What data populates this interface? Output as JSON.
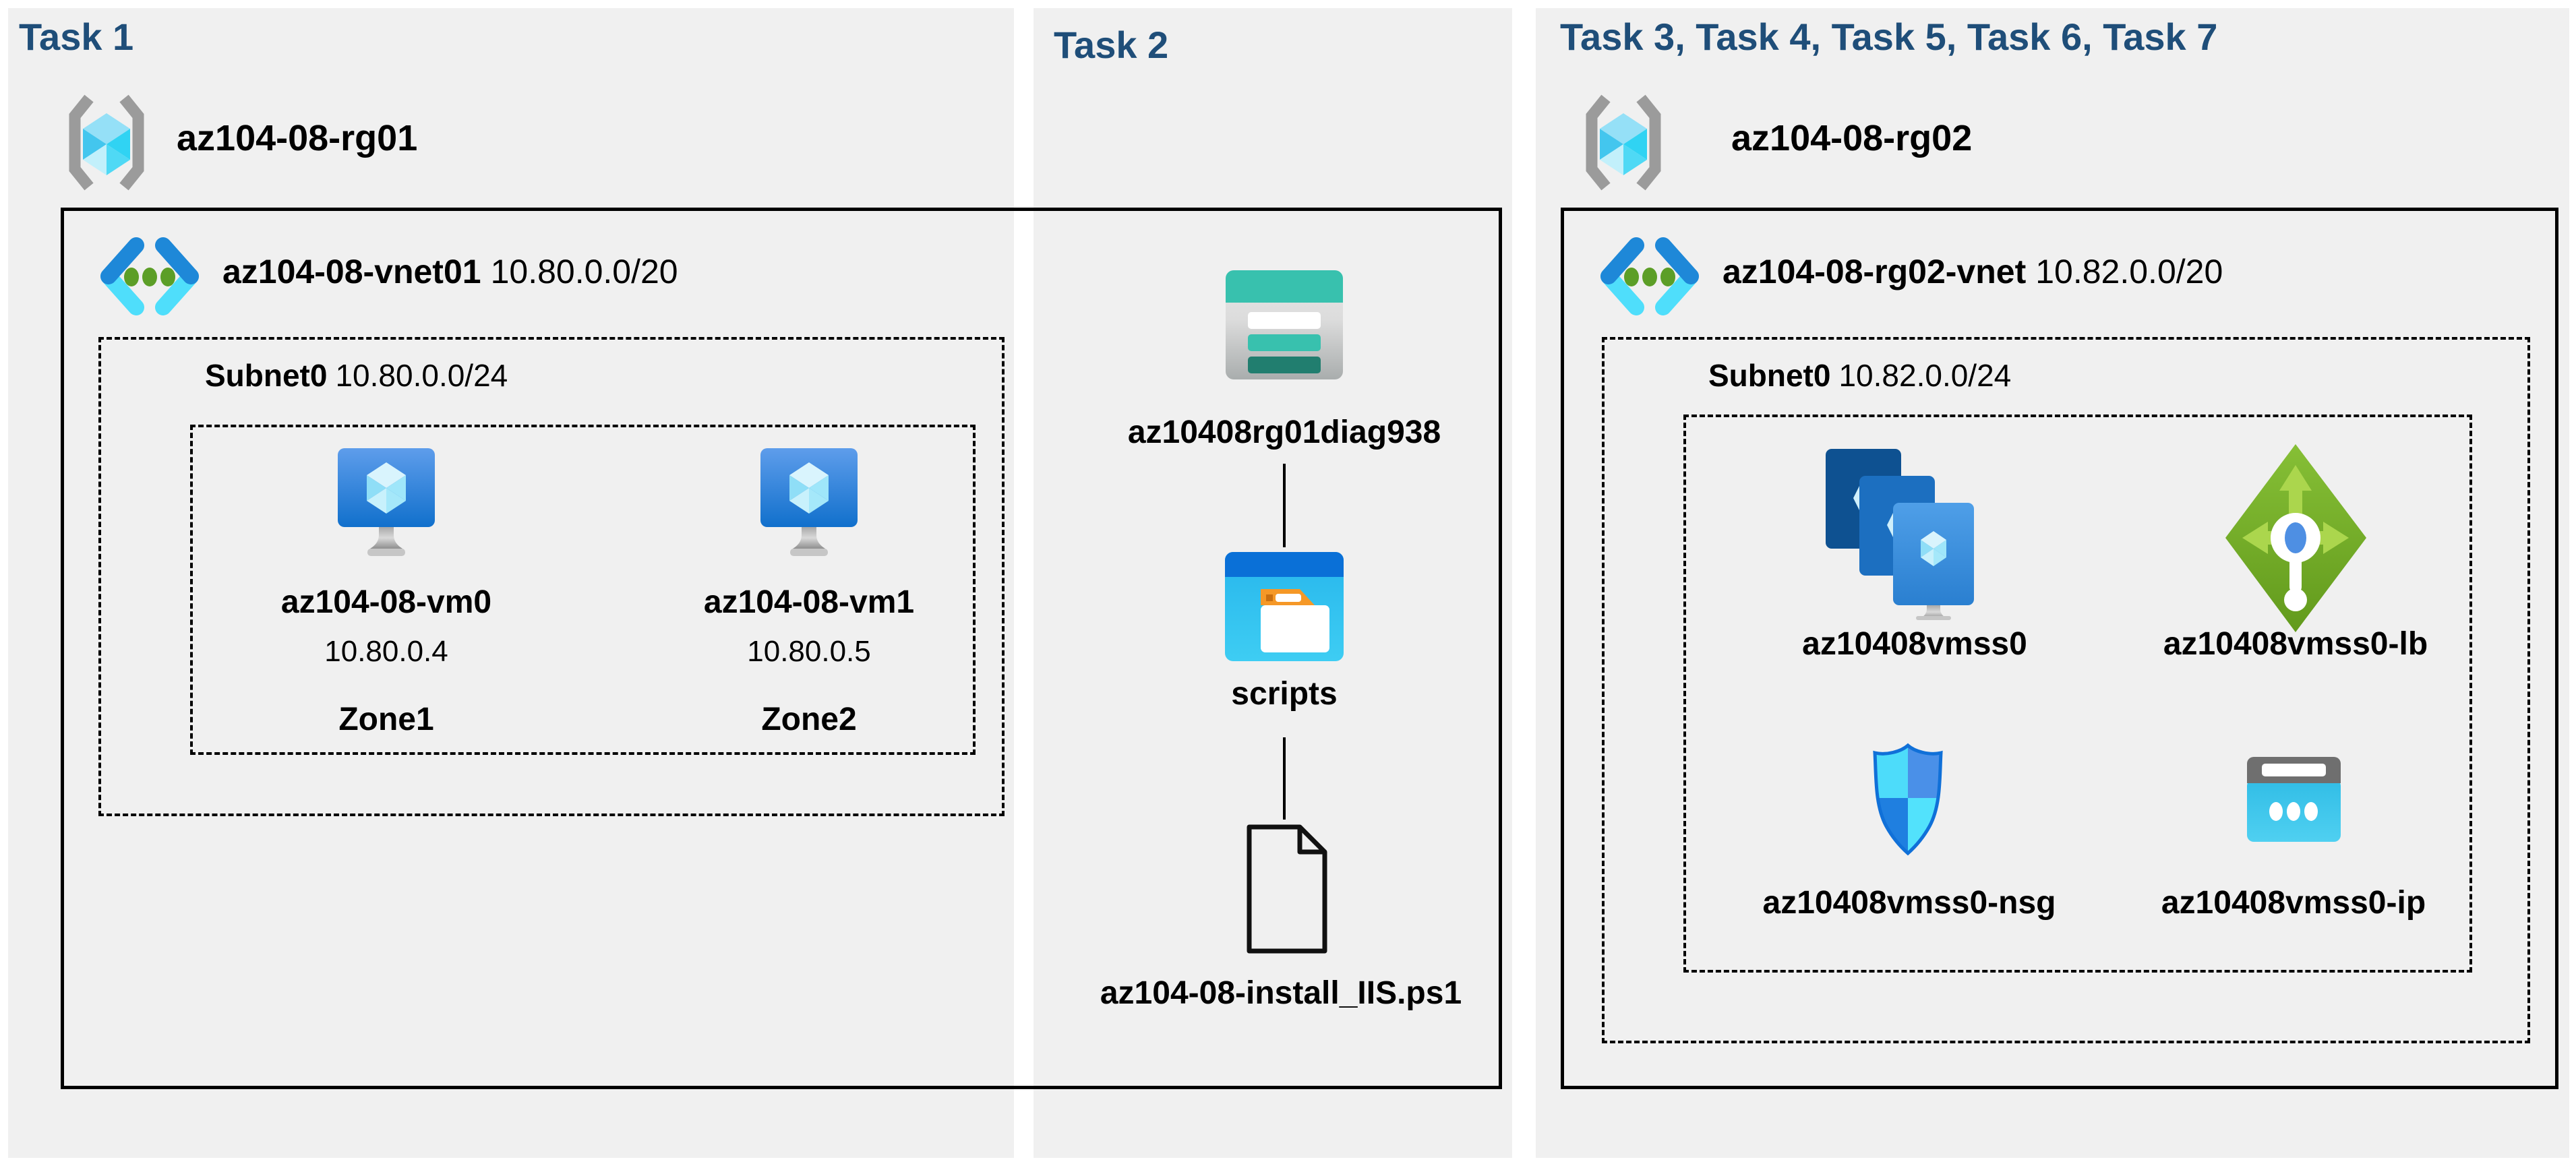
{
  "colors": {
    "header_text": "#1F4E79",
    "panel_background": "#F0F0F0",
    "canvas_background": "#FFFFFF",
    "box_border": "#000000",
    "label_text": "#000000",
    "azure_blue": "#1E88D8",
    "azure_cyan": "#50E6FF",
    "vnet_dot_green": "#5C9E27",
    "load_balancer_green": "#76B02A",
    "storage_teal": "#38C1AE",
    "folder_orange": "#F59827",
    "nsg_outline_blue": "#1070D8",
    "ip_gray": "#7A7A7A"
  },
  "icons": {
    "resource_group": "resource-group-icon",
    "virtual_network": "virtual-network-icon",
    "virtual_machine": "virtual-machine-icon",
    "storage_account": "storage-account-icon",
    "blob_container": "folder-icon",
    "script_file": "file-icon",
    "vmss": "vmss-icon",
    "load_balancer": "load-balancer-icon",
    "nsg": "shield-icon",
    "public_ip": "public-ip-icon"
  },
  "task1": {
    "header": "Task 1",
    "resource_group": "az104-08-rg01",
    "vnet_name": "az104-08-vnet01",
    "vnet_cidr": "10.80.0.0/20",
    "subnet_name": "Subnet0",
    "subnet_cidr": "10.80.0.0/24",
    "vms": [
      {
        "name": "az104-08-vm0",
        "ip": "10.80.0.4",
        "zone": "Zone1"
      },
      {
        "name": "az104-08-vm1",
        "ip": "10.80.0.5",
        "zone": "Zone2"
      }
    ]
  },
  "task2": {
    "header": "Task 2",
    "storage_account": "az10408rg01diag938",
    "container": "scripts",
    "script_file": "az104-08-install_IIS.ps1"
  },
  "task3": {
    "header": "Task 3, Task 4, Task 5, Task 6, Task 7",
    "resource_group": "az104-08-rg02",
    "vnet_name": "az104-08-rg02-vnet",
    "vnet_cidr": "10.82.0.0/20",
    "subnet_name": "Subnet0",
    "subnet_cidr": "10.82.0.0/24",
    "resources": [
      {
        "icon": "vmss-icon",
        "name": "az10408vmss0"
      },
      {
        "icon": "load-balancer-icon",
        "name": "az10408vmss0-lb"
      },
      {
        "icon": "shield-icon",
        "name": "az10408vmss0-nsg"
      },
      {
        "icon": "public-ip-icon",
        "name": "az10408vmss0-ip"
      }
    ]
  }
}
